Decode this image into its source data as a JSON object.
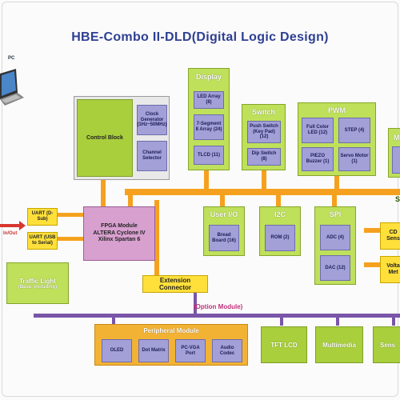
{
  "title": "HBE-Combo II-DLD(Digital Logic Design)",
  "pc_label": "PC",
  "inout_label": "In/Out",
  "control_block": {
    "label": "Control Block",
    "clock": "Clock Generator (1Hz~50MHz)",
    "channel": "Channel Selector"
  },
  "display": {
    "title": "Display",
    "led_array": "LED Array (8)",
    "seven_segment": "7-Segment 8 Array (24)",
    "tlcd": "TLCD (11)"
  },
  "switch": {
    "title": "Switch",
    "push_switch": "Push Switch (Key Pad) (12)",
    "dip_switch": "Dip Switch (8)"
  },
  "pwm": {
    "title": "PWM",
    "full_color_led": "Full Color LED (12)",
    "step": "STEP (4)",
    "piezo": "PIEZO Buzzer (1)",
    "servo": "Servo Motor (1)"
  },
  "partial_right_top": "M",
  "uart1": "UART (D-Sub)",
  "uart2": "UART (USB to Serial)",
  "fpga": {
    "line1": "FPGA Module",
    "line2": "ALTERA Cyclone IV",
    "line3": "Xilinx Spartan 6"
  },
  "user_io": {
    "title": "User I/O",
    "bread_board": "Bread Board (16)"
  },
  "i2c": {
    "title": "I2C",
    "rom": "ROM (2)"
  },
  "spi": {
    "title": "SPI",
    "adc": "ADC (4)",
    "dac": "DAC (12)"
  },
  "right_partial": {
    "cd_sensor": "CD Sens",
    "voltage_meter": "Volta Met",
    "s_label": "S"
  },
  "traffic_light": {
    "title": "Traffic Light",
    "subtitle": "(Base, including)"
  },
  "extension_connector": "Extension Connector",
  "option_module": "(Option Module)",
  "peripheral": {
    "title": "Peripheral Module",
    "oled": "OLED",
    "dot_matrix": "Dot Matrix",
    "pc_vga": "PC-VGA Port",
    "audio_codec": "Audio Codec"
  },
  "bottom": {
    "tft_lcd": "TFT LCD",
    "multimedia": "Multimedia",
    "sensor": "Sens"
  }
}
